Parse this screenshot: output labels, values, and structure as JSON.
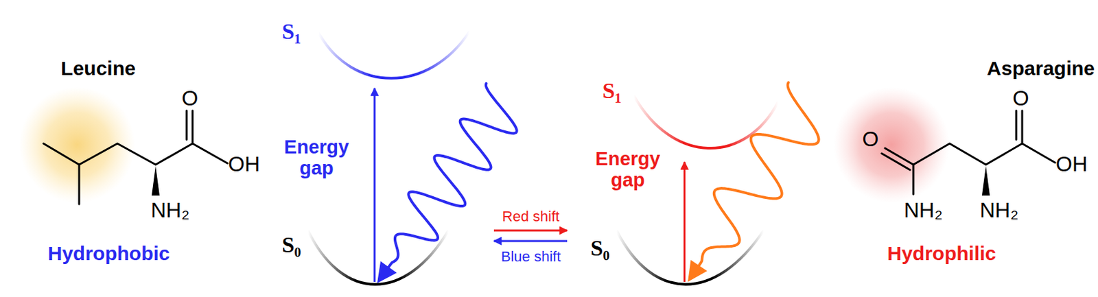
{
  "diagram": {
    "labels": [
      "Leucine",
      "O",
      "OH",
      "NH₂",
      "Hydrophobic",
      "S₁",
      "Energy gap",
      "S₀",
      "S₁",
      "Red shift",
      "Blue shift",
      "Energy gap",
      "S₀",
      "Asparagine",
      "O",
      "O",
      "NH₂",
      "NH₂",
      "OH",
      "Hydrophilic"
    ]
  }
}
